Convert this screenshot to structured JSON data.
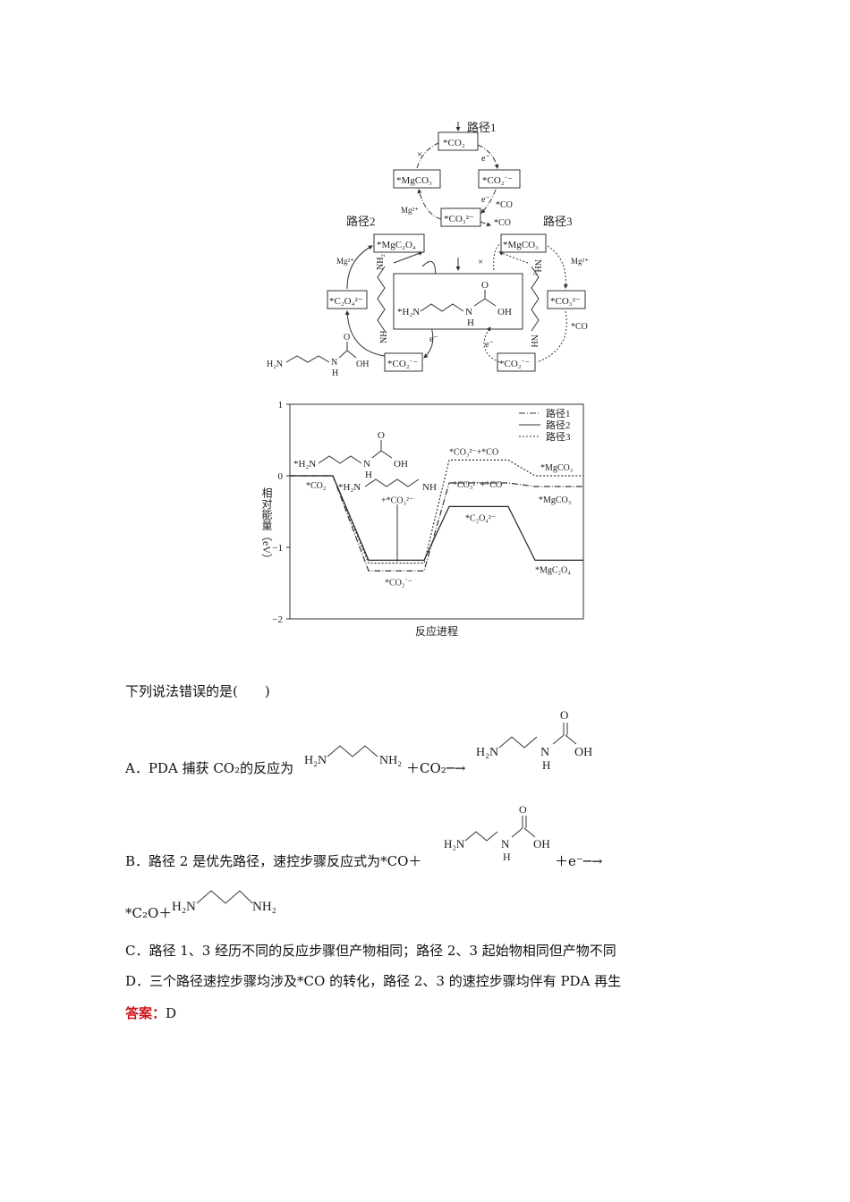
{
  "cycle": {
    "path1_label": "路径1",
    "path2_label": "路径2",
    "path3_label": "路径3",
    "species": {
      "co2": "*CO₂",
      "co2_minus": "*CO₂˙⁻",
      "co3": "*CO₃²⁻",
      "mgco3": "*MgCO₃",
      "mgc2o4": "*MgC₂O₄",
      "c2o4": "*C₂O₄²⁻"
    },
    "labels": {
      "e_minus": "e⁻",
      "mg2": "Mg²⁺",
      "co": "*CO",
      "cross": "×",
      "nh2": "NH₂",
      "nh": "NH",
      "h2n_star": "*H₂N",
      "h2n": "H₂N",
      "n": "N",
      "h": "H",
      "o": "O",
      "oh": "OH"
    }
  },
  "chart_data": {
    "type": "line",
    "xlabel": "反应进程",
    "ylabel": "相对能量（eV）",
    "ylim": [
      -2,
      1
    ],
    "yticks": [
      "1",
      "0",
      "−1",
      "−2"
    ],
    "legend": [
      "路径1",
      "路径2",
      "路径3"
    ],
    "legend_position": "top-right",
    "series": [
      {
        "name": "路径1",
        "values": [
          0,
          0,
          -1.33,
          -1.33,
          -0.1,
          -0.1,
          -0.15
        ]
      },
      {
        "name": "路径2",
        "values": [
          0,
          0,
          -1.18,
          -1.18,
          -0.43,
          -0.43,
          -1.18
        ]
      },
      {
        "name": "路径3",
        "values": [
          0,
          0,
          -1.22,
          -1.22,
          0.22,
          0.22,
          0.0
        ]
      }
    ],
    "annotations": {
      "co2": "*CO₂",
      "co2_minus": "*CO₂˙⁻",
      "co3": "+*CO₃²⁻",
      "co3_co_top": "*CO₃²⁻+*CO",
      "co3_co_bottom": "*CO₃²⁻+*CO",
      "c2o4": "*C₂O₄²⁻",
      "mgco3_top": "*MgCO₃",
      "mgco3_bottom": "*MgCO₃",
      "mgc2o4": "*MgC₂O₄",
      "h2n_star": "*H₂N",
      "nh": "NH",
      "n": "N",
      "h": "H",
      "o": "O",
      "oh": "OH"
    }
  },
  "question": {
    "stem": "下列说法错误的是(　　)",
    "option_a_prefix": "A．PDA 捕获 CO₂的反应为",
    "option_a_suffix": "＋CO₂─→",
    "option_b_prefix": "B．路径 2 是优先路径，速控步骤反应式为*CO＋",
    "option_b_suffix": "＋e⁻─→",
    "option_b_line2": "*C₂O＋",
    "option_c": "C．路径 1、3 经历不同的反应步骤但产物相同；路径 2、3 起始物相同但产物不同",
    "option_d": "D．三个路径速控步骤均涉及*CO 的转化，路径 2、3 的速控步骤均伴有 PDA 再生",
    "answer_label": "答案：",
    "answer_value": "D"
  },
  "structures": {
    "h2n": "H₂N",
    "nh2": "NH₂",
    "n": "N",
    "h": "H",
    "o": "O",
    "oh": "OH"
  }
}
